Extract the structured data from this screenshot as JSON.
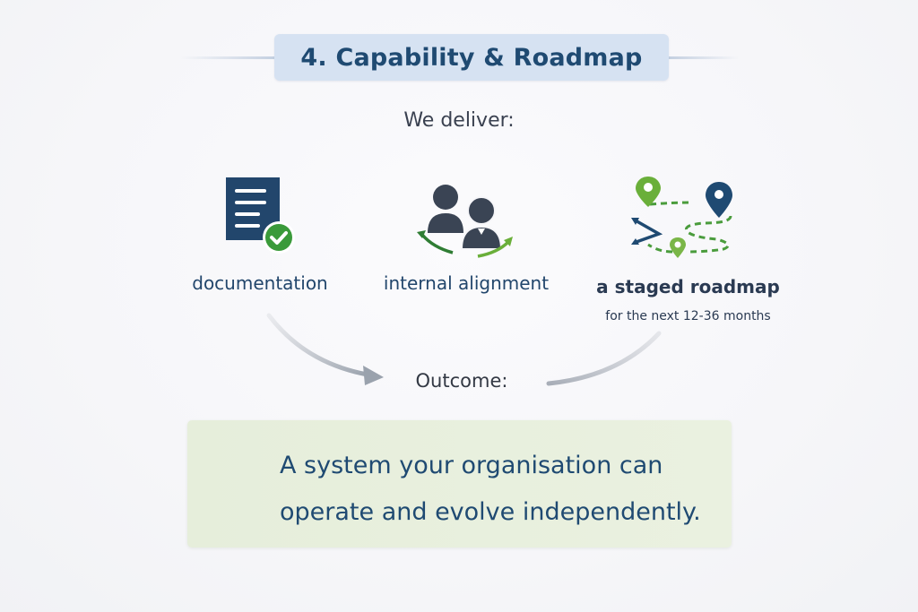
{
  "title": "4. Capability & Roadmap",
  "deliver_heading": "We deliver:",
  "deliverables": [
    {
      "label": "documentation",
      "icon": "document-check-icon"
    },
    {
      "label": "internal alignment",
      "icon": "people-alignment-icon"
    },
    {
      "label": "a staged roadmap",
      "sublabel": "for the next 12-36 months",
      "icon": "roadmap-pins-icon"
    }
  ],
  "outcome_heading": "Outcome:",
  "outcome": {
    "line1": "A system your organisation can",
    "line2": "operate and evolve independently."
  },
  "colors": {
    "title_bg": "#d6e2f2",
    "title_text": "#1f4a72",
    "navy": "#22466c",
    "green": "#3e9a3a",
    "light_green": "#7ab648",
    "outcome_bg": "#e8efdd"
  }
}
